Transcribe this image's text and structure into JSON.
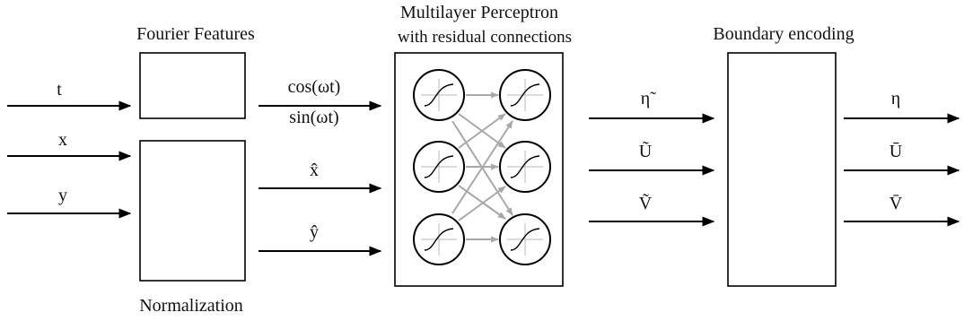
{
  "blocks": {
    "fourier": "Fourier Features",
    "mlp_line1": "Multilayer Perceptron",
    "mlp_line2": "with residual connections",
    "boundary": "Boundary encoding",
    "normalization": "Normalization"
  },
  "inputs": [
    "t",
    "x",
    "y"
  ],
  "fourier_outputs": [
    "cos(ωt)",
    "sin(ωt)"
  ],
  "normalized_outputs": [
    "x̂",
    "ŷ"
  ],
  "mlp_outputs": [
    "η̃",
    "Ũ",
    "Ṽ"
  ],
  "final_outputs": [
    "η",
    "Ū",
    "V̄"
  ]
}
